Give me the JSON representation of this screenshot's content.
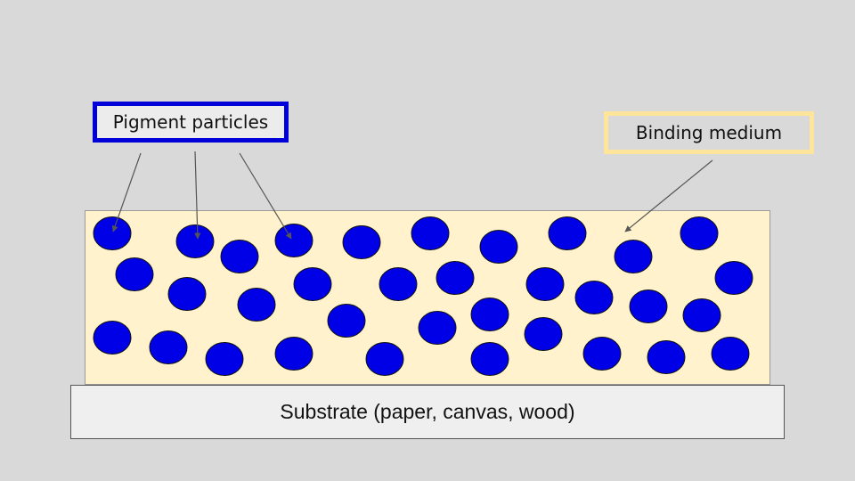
{
  "labels": {
    "pigment": "Pigment particles",
    "binder": "Binding medium",
    "substrate": "Substrate (paper, canvas, wood)"
  },
  "colors": {
    "particle": "#0000e6",
    "binder_layer": "#fff2cc",
    "pigment_border": "#0000d9",
    "binder_border": "#ffe599",
    "substrate": "#efefef"
  }
}
